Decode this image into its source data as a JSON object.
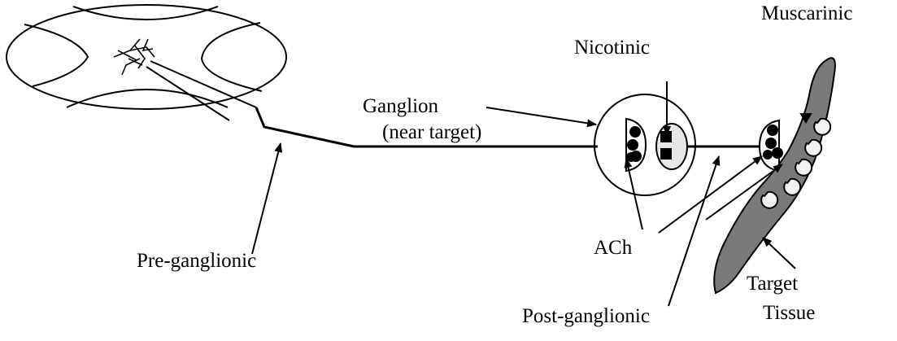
{
  "labels": {
    "nicotinic": "Nicotinic",
    "muscarinic": "Muscarinic",
    "ganglion": "Ganglion",
    "near_target": "(near target)",
    "pre_ganglionic": "Pre-ganglionic",
    "ach": "ACh",
    "post_ganglionic": "Post-ganglionic",
    "target": "Target",
    "tissue": "Tissue"
  },
  "colors": {
    "ink": "#000000",
    "tissue_fill": "#7a7a7a",
    "vesicle_fill": "#000000",
    "receptor_fill": "#e6e6e6"
  }
}
